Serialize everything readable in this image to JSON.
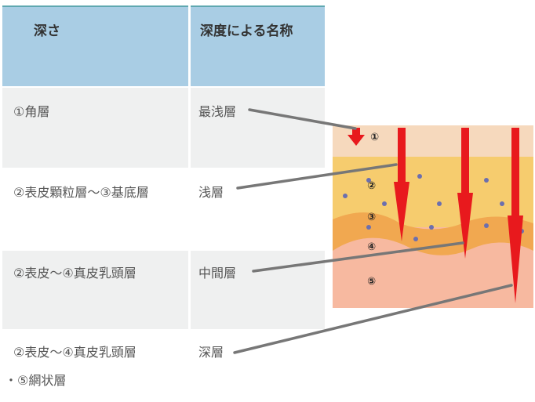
{
  "table": {
    "headers": [
      "深さ",
      "深度による名称"
    ],
    "rows": [
      {
        "depth": "①角層",
        "name": "最浅層"
      },
      {
        "depth": "②表皮顆粒層～③基底層",
        "name": "浅層"
      },
      {
        "depth": "②表皮～④真皮乳頭層",
        "name": "中間層"
      },
      {
        "depth": "②表皮～④真皮乳頭層",
        "name": "深層"
      }
    ],
    "footnote": "・⑤網状層"
  },
  "diagram": {
    "labels": [
      "①",
      "②",
      "③",
      "④",
      "⑤"
    ],
    "arrow_color": "#e8191d"
  }
}
